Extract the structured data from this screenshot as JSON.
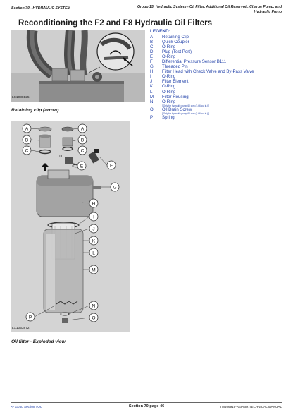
{
  "header": {
    "section": "Section 70 - HYDRAULIC SYSTEM",
    "group": "Group 15: Hydraulic System - Oil Filter, Additional Oil Reservoir, Charge Pump, and Hydraulic Pump"
  },
  "title": "Reconditioning the F2 and F8 Hydraulic Oil Filters",
  "figure1": {
    "label": "LX1038125",
    "caption": "Retaining clip (arrow)"
  },
  "figure2": {
    "label": "LX1053872",
    "caption": "Oil filter - Exploded view"
  },
  "callouts": [
    "A",
    "B",
    "C",
    "D",
    "E",
    "F",
    "G",
    "H",
    "I",
    "J",
    "K",
    "L",
    "M",
    "N",
    "O",
    "P"
  ],
  "legend": {
    "title": "LEGEND:",
    "items": [
      {
        "letter": "A",
        "desc": "Retaining Clip",
        "note": ""
      },
      {
        "letter": "B",
        "desc": "Quick Coupler",
        "note": ""
      },
      {
        "letter": "C",
        "desc": "O-Ring",
        "note": ""
      },
      {
        "letter": "D",
        "desc": "Plug (Test Port)",
        "note": ""
      },
      {
        "letter": "E",
        "desc": "O-Ring",
        "note": ""
      },
      {
        "letter": "F",
        "desc": "Differential Pressure Sensor B111",
        "note": ""
      },
      {
        "letter": "G",
        "desc": "Threaded Pin",
        "note": ""
      },
      {
        "letter": "H",
        "desc": "Filter Head with Check Valve and By-Pass Valve",
        "note": ""
      },
      {
        "letter": "I",
        "desc": "O-Ring",
        "note": ""
      },
      {
        "letter": "J",
        "desc": "Filter Element",
        "note": ""
      },
      {
        "letter": "K",
        "desc": "O-Ring",
        "note": ""
      },
      {
        "letter": "L",
        "desc": "O-Ring",
        "note": ""
      },
      {
        "letter": "M",
        "desc": "Filter Housing",
        "note": ""
      },
      {
        "letter": "N",
        "desc": "O-Ring",
        "note": "[ Only for hydraulic pump 60 ccm (3.66 cu. in.) ]"
      },
      {
        "letter": "O",
        "desc": "Oil Drain Screw",
        "note": "[ Only for hydraulic pump 60 ccm (3.66 cu. in.) ]"
      },
      {
        "letter": "P",
        "desc": "Spring",
        "note": ""
      }
    ]
  },
  "footer": {
    "toc_link": "<- Go to Section TOC",
    "page": "Section 70 page 46",
    "manual": "TM406919-REPAIR TECHNICAL MANUAL"
  }
}
